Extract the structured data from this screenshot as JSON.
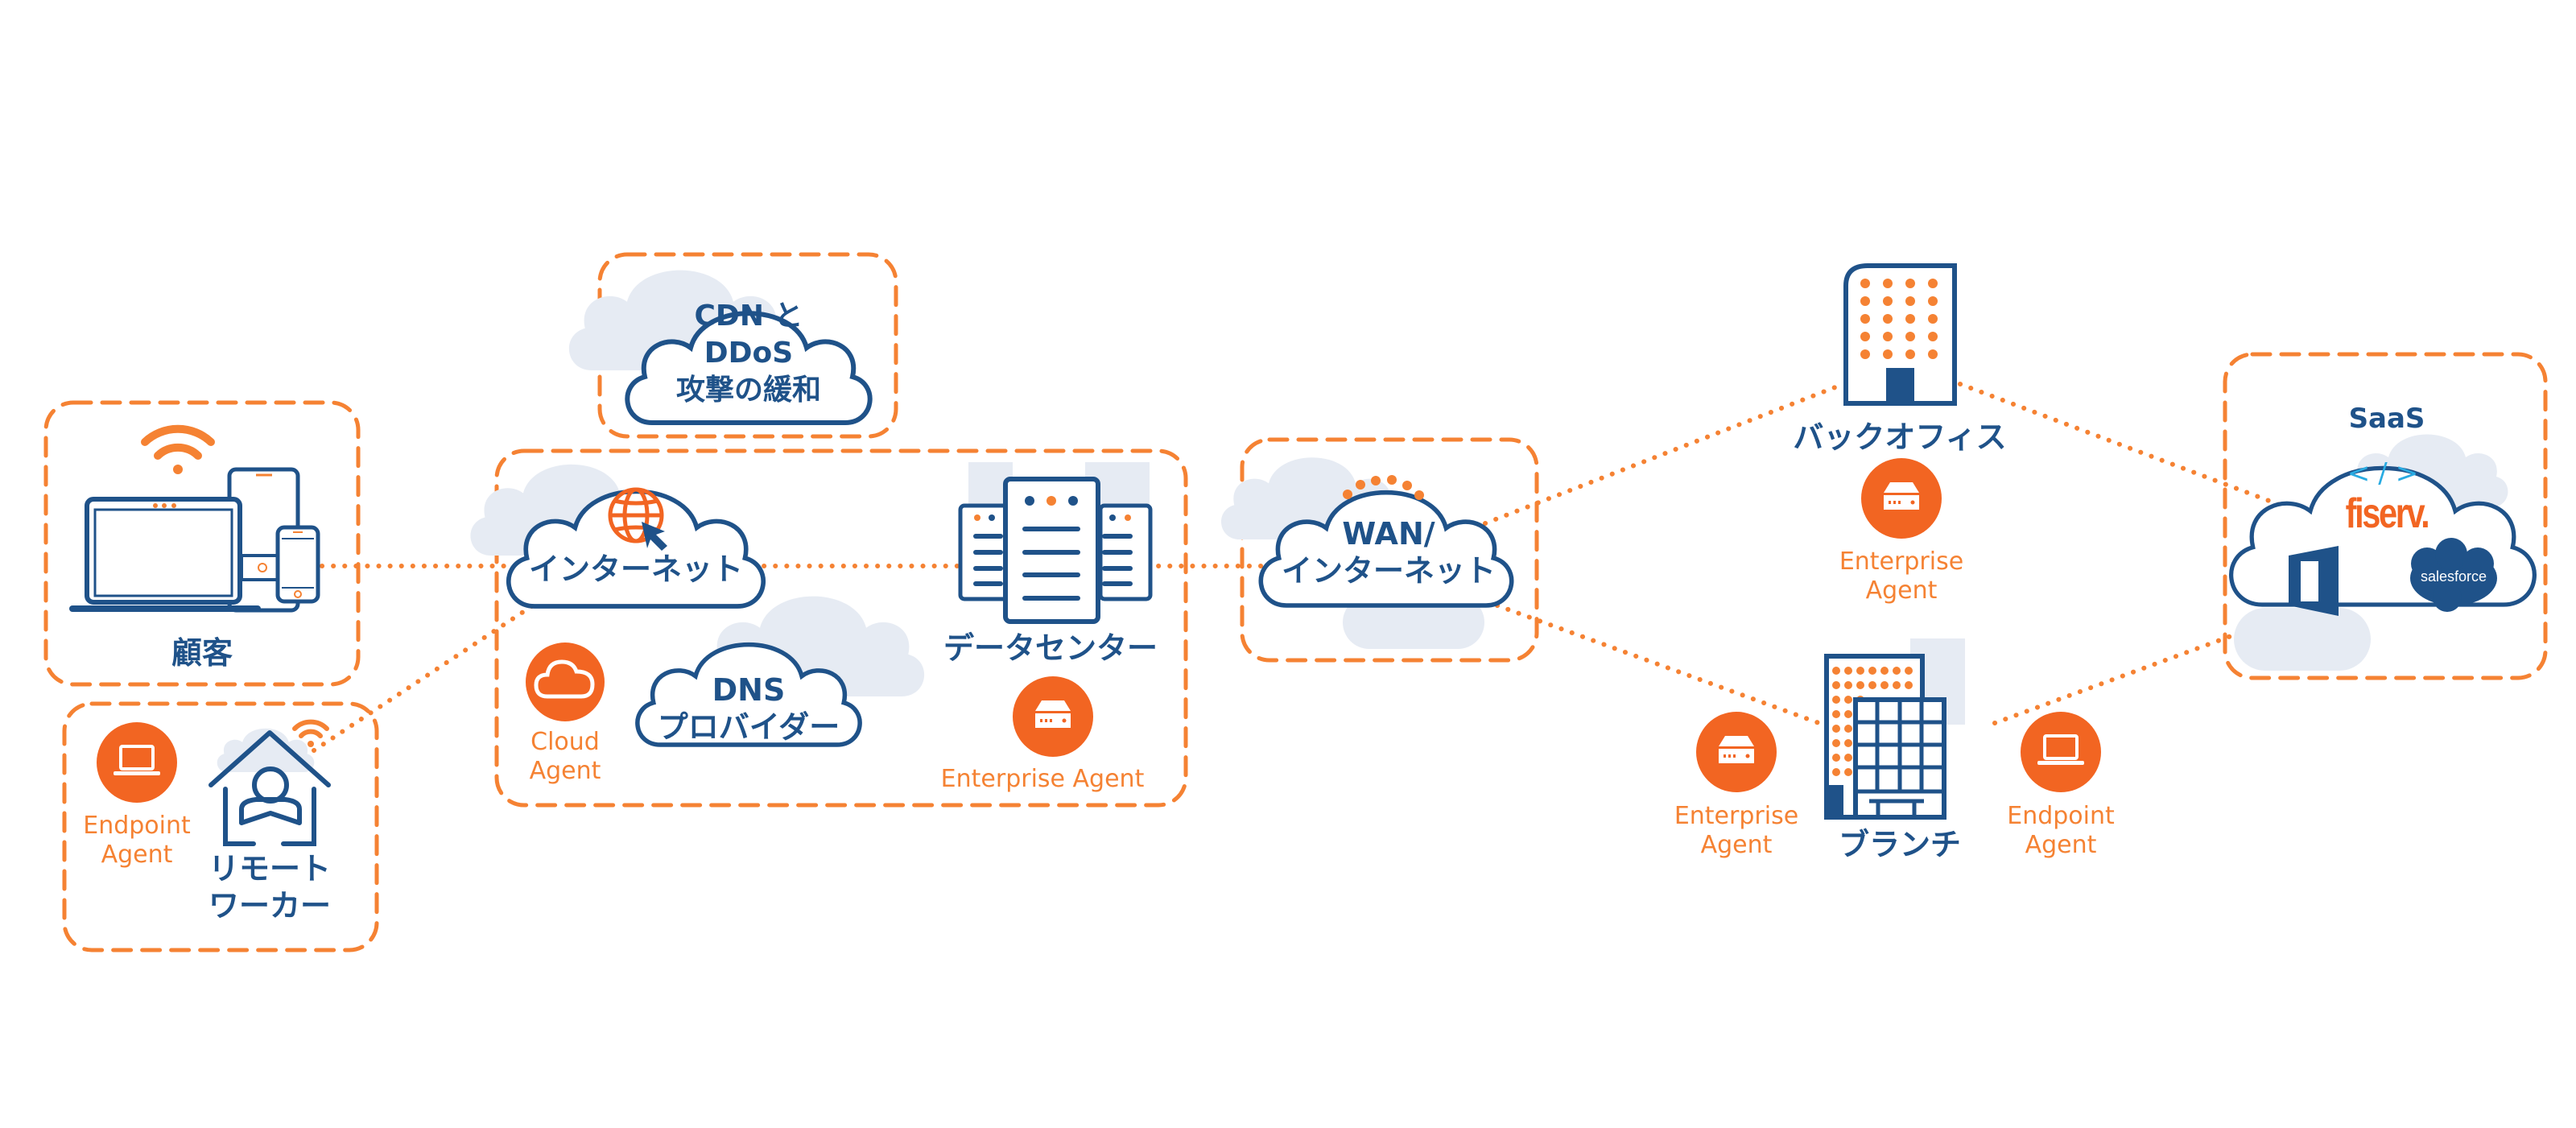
{
  "colors": {
    "navy": "#1f5289",
    "orange": "#f58233",
    "agent_orange": "#f26522",
    "cloud_shadow": "#e6ebf3",
    "fiserv_code": "#29abe2"
  },
  "nodes": {
    "customers": {
      "label": "顧客"
    },
    "remote_worker": {
      "label_line1": "リモート",
      "label_line2": "ワーカー",
      "agent": {
        "line1": "Endpoint",
        "line2": "Agent"
      }
    },
    "cdn": {
      "line1": "CDN と",
      "line2": "DDoS",
      "line3": "攻撃の緩和"
    },
    "internet": {
      "label": "インターネット"
    },
    "dns": {
      "line1": "DNS",
      "line2": "プロバイダー"
    },
    "cloud_agent": {
      "line1": "Cloud",
      "line2": "Agent"
    },
    "datacenter": {
      "label": "データセンター",
      "agent": "Enterprise Agent"
    },
    "wan": {
      "line1": "WAN/",
      "line2": "インターネット"
    },
    "back_office": {
      "label": "バックオフィス",
      "agent": {
        "line1": "Enterprise",
        "line2": "Agent"
      }
    },
    "branch": {
      "label": "ブランチ",
      "agent_left": {
        "line1": "Enterprise",
        "line2": "Agent"
      },
      "agent_right": {
        "line1": "Endpoint",
        "line2": "Agent"
      }
    },
    "saas": {
      "label": "SaaS",
      "code_glyph": "</>",
      "fiserv": "fiserv.",
      "salesforce": "salesforce"
    }
  },
  "connections": [
    {
      "from": "customers",
      "to": "internet"
    },
    {
      "from": "remote_worker",
      "to": "internet"
    },
    {
      "from": "internet",
      "to": "datacenter"
    },
    {
      "from": "datacenter",
      "to": "wan"
    },
    {
      "from": "wan",
      "to": "back_office"
    },
    {
      "from": "wan",
      "to": "branch"
    },
    {
      "from": "back_office",
      "to": "saas"
    },
    {
      "from": "branch",
      "to": "saas"
    }
  ]
}
